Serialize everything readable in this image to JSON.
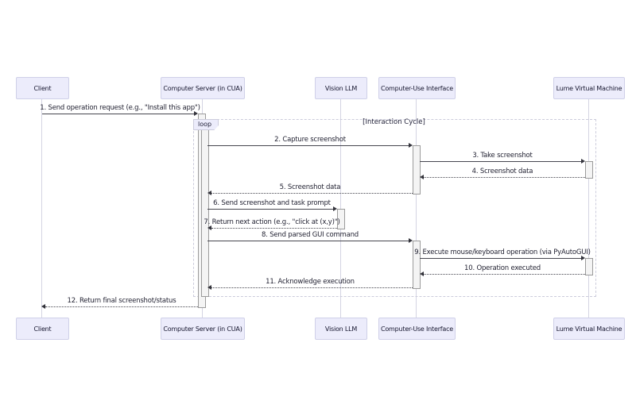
{
  "diagram": {
    "type": "sequence",
    "loop": {
      "label": "loop",
      "condition": "[Interaction Cycle]"
    },
    "colors": {
      "actor_fill": "#ececfb",
      "actor_border": "#cfd0e8",
      "line": "#46464f",
      "activation_fill": "#f4f4f4",
      "frame_border": "#ccccdc"
    },
    "actors": [
      {
        "name": "Client"
      },
      {
        "name": "Computer Server (in CUA)"
      },
      {
        "name": "Vision LLM"
      },
      {
        "name": "Computer-Use Interface"
      },
      {
        "name": "Lume Virtual Machine"
      }
    ],
    "messages": [
      {
        "num": 1,
        "from": "Client",
        "to": "Computer Server (in CUA)",
        "style": "solid",
        "label": "1. Send operation request (e.g., \"Install this app\")"
      },
      {
        "num": 2,
        "from": "Computer Server (in CUA)",
        "to": "Computer-Use Interface",
        "style": "solid",
        "label": "2. Capture screenshot"
      },
      {
        "num": 3,
        "from": "Computer-Use Interface",
        "to": "Lume Virtual Machine",
        "style": "solid",
        "label": "3. Take screenshot"
      },
      {
        "num": 4,
        "from": "Lume Virtual Machine",
        "to": "Computer-Use Interface",
        "style": "dotted",
        "label": "4. Screenshot data"
      },
      {
        "num": 5,
        "from": "Computer-Use Interface",
        "to": "Computer Server (in CUA)",
        "style": "dotted",
        "label": "5. Screenshot data"
      },
      {
        "num": 6,
        "from": "Computer Server (in CUA)",
        "to": "Vision LLM",
        "style": "solid",
        "label": "6. Send screenshot and task prompt"
      },
      {
        "num": 7,
        "from": "Vision LLM",
        "to": "Computer Server (in CUA)",
        "style": "dotted",
        "label": "7. Return next action (e.g., \"click at (x,y)\")"
      },
      {
        "num": 8,
        "from": "Computer Server (in CUA)",
        "to": "Computer-Use Interface",
        "style": "solid",
        "label": "8. Send parsed GUI command"
      },
      {
        "num": 9,
        "from": "Computer-Use Interface",
        "to": "Lume Virtual Machine",
        "style": "solid",
        "label": "9. Execute mouse/keyboard operation (via PyAutoGUI)"
      },
      {
        "num": 10,
        "from": "Lume Virtual Machine",
        "to": "Computer-Use Interface",
        "style": "dotted",
        "label": "10. Operation executed"
      },
      {
        "num": 11,
        "from": "Computer-Use Interface",
        "to": "Computer Server (in CUA)",
        "style": "dotted",
        "label": "11. Acknowledge execution"
      },
      {
        "num": 12,
        "from": "Computer Server (in CUA)",
        "to": "Client",
        "style": "dotted",
        "label": "12. Return final screenshot/status"
      }
    ]
  }
}
